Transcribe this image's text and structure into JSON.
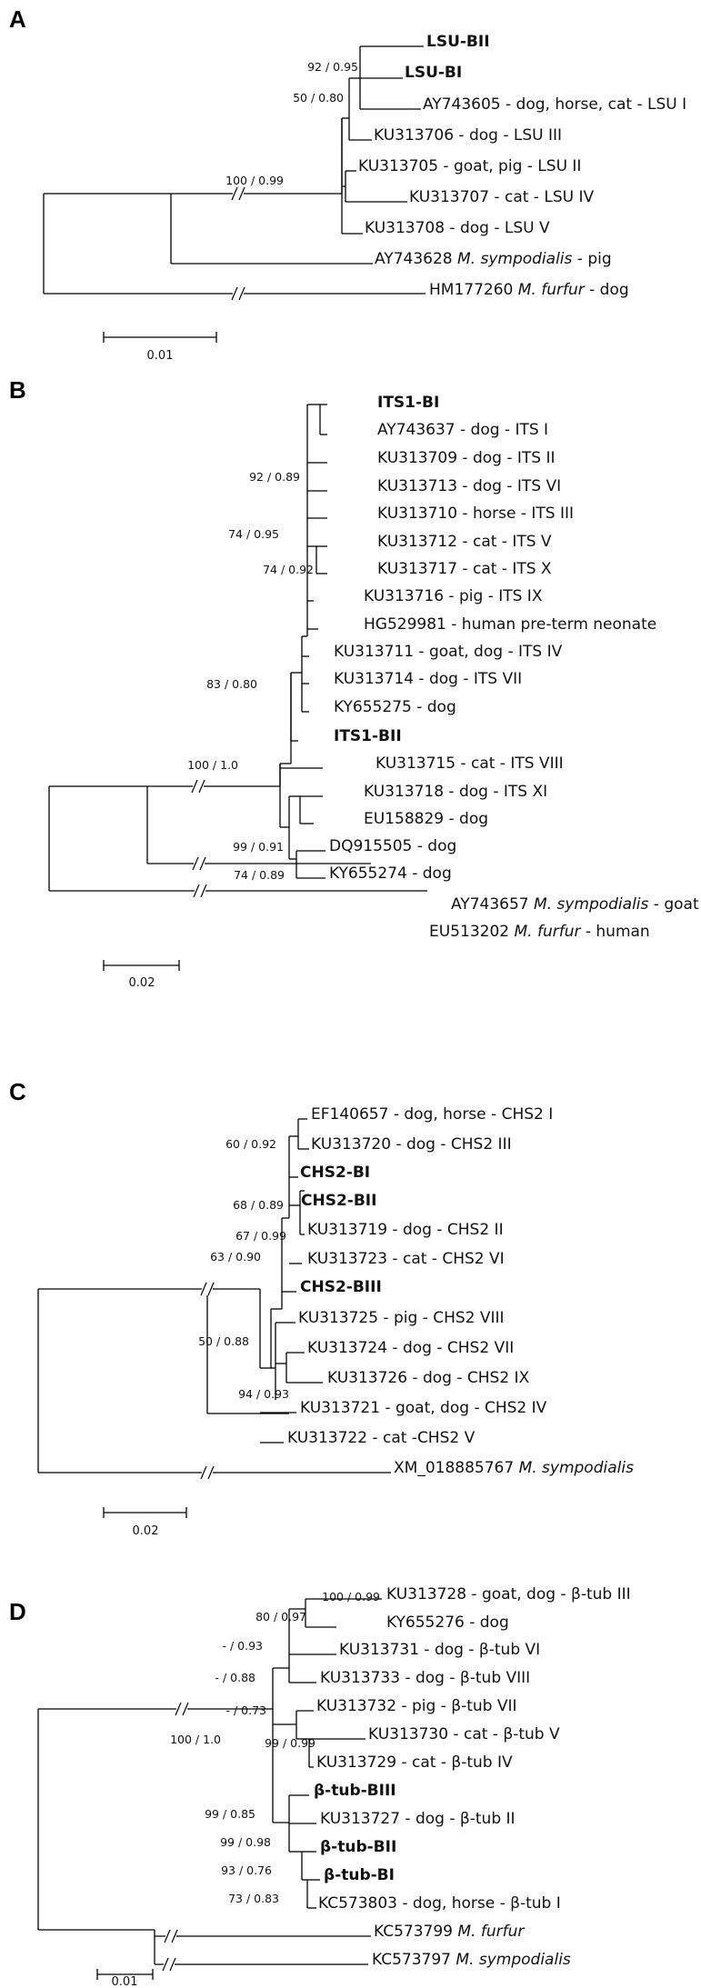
{
  "panels": [
    {
      "letter": "A",
      "taxa": [
        {
          "name": "LSU-BII",
          "bold": true
        },
        {
          "name": "LSU-BI",
          "bold": true
        },
        {
          "name": "AY743605 - dog, horse, cat - LSU I"
        },
        {
          "name": "KU313706 - dog - LSU III"
        },
        {
          "name": "KU313705 - goat, pig - LSU II"
        },
        {
          "name": "KU313707 - cat - LSU IV"
        },
        {
          "name": "KU313708 - dog - LSU V"
        },
        {
          "name": "AY743628 ",
          "italic": "M. sympodialis",
          "suffix": " - pig"
        },
        {
          "name": "HM177260 ",
          "italic": "M. furfur",
          "suffix": " - dog"
        }
      ],
      "supports": [
        "92 / 0.95",
        "50 / 0.80",
        "100 / 0.99"
      ],
      "scale_label": "0.01"
    },
    {
      "letter": "B",
      "taxa": [
        {
          "name": "ITS1-BI",
          "bold": true
        },
        {
          "name": "AY743637 - dog - ITS I"
        },
        {
          "name": "KU313709 - dog - ITS II"
        },
        {
          "name": "KU313713 - dog - ITS VI"
        },
        {
          "name": "KU313710 - horse - ITS III"
        },
        {
          "name": "KU313712 - cat - ITS V"
        },
        {
          "name": "KU313717 - cat - ITS X"
        },
        {
          "name": "KU313716 - pig - ITS IX"
        },
        {
          "name": "HG529981 - human pre-term neonate"
        },
        {
          "name": "KU313711 - goat, dog - ITS IV"
        },
        {
          "name": "KU313714 - dog - ITS VII"
        },
        {
          "name": "KY655275 - dog"
        },
        {
          "name": "ITS1-BII",
          "bold": true
        },
        {
          "name": "KU313715 - cat - ITS VIII"
        },
        {
          "name": "KU313718 - dog - ITS XI"
        },
        {
          "name": "EU158829 - dog"
        },
        {
          "name": "DQ915505 - dog"
        },
        {
          "name": "KY655274 - dog"
        },
        {
          "name": "AY743657 ",
          "italic": "M. sympodialis",
          "suffix": " - goat"
        },
        {
          "name": "EU513202 ",
          "italic": "M. furfur",
          "suffix": " - human"
        }
      ],
      "supports": [
        "92 / 0.89",
        "74 / 0.95",
        "74 / 0.92",
        "83 / 0.80",
        "100 / 1.0",
        "99 / 0.91",
        "74 / 0.89"
      ],
      "scale_label": "0.02"
    },
    {
      "letter": "C",
      "taxa": [
        {
          "name": "EF140657 - dog, horse - CHS2 I"
        },
        {
          "name": "KU313720 - dog - CHS2 III"
        },
        {
          "name": "CHS2-BI",
          "bold": true
        },
        {
          "name": "CHS2-BII",
          "bold": true
        },
        {
          "name": "KU313719 - dog - CHS2 II"
        },
        {
          "name": "KU313723 - cat - CHS2 VI"
        },
        {
          "name": "CHS2-BIII",
          "bold": true
        },
        {
          "name": "KU313725 - pig - CHS2 VIII"
        },
        {
          "name": "KU313724 - dog - CHS2 VII"
        },
        {
          "name": "KU313726 - dog - CHS2 IX"
        },
        {
          "name": "KU313721 - goat, dog - CHS2 IV"
        },
        {
          "name": "KU313722 - cat -CHS2 V"
        },
        {
          "name": "XM_018885767 ",
          "italic": "M. sympodialis"
        }
      ],
      "supports": [
        "60 / 0.92",
        "68 / 0.89",
        "67 / 0.99",
        "63 / 0.90",
        "50 / 0.88",
        "94 / 0.93"
      ],
      "scale_label": "0.02"
    },
    {
      "letter": "D",
      "taxa": [
        {
          "name": "KU313728 - goat, dog - β-tub III"
        },
        {
          "name": "KY655276 - dog"
        },
        {
          "name": "KU313731 - dog - β-tub VI"
        },
        {
          "name": "KU313733 - dog - β-tub VIII"
        },
        {
          "name": "KU313732 - pig - β-tub VII"
        },
        {
          "name": "KU313730 - cat - β-tub V"
        },
        {
          "name": "KU313729 - cat - β-tub IV"
        },
        {
          "name": "β-tub-BIII",
          "bold": true
        },
        {
          "name": "KU313727 - dog - β-tub II"
        },
        {
          "name": "β-tub-BII",
          "bold": true
        },
        {
          "name": "β-tub-BI",
          "bold": true
        },
        {
          "name": "KC573803 - dog, horse - β-tub I"
        },
        {
          "name": "KC573799 ",
          "italic": "M. furfur"
        },
        {
          "name": "KC573797 ",
          "italic": "M. sympodialis"
        }
      ],
      "supports": [
        "100 / 0.99",
        "80 / 0.97",
        "- / 0.93",
        "- / 0.88",
        "- / 0.73",
        "100 / 1.0",
        "99 / 0.99",
        "99 / 0.85",
        "99 / 0.98",
        "93 / 0.76",
        "73 / 0.83"
      ],
      "scale_label": "0.01"
    }
  ]
}
